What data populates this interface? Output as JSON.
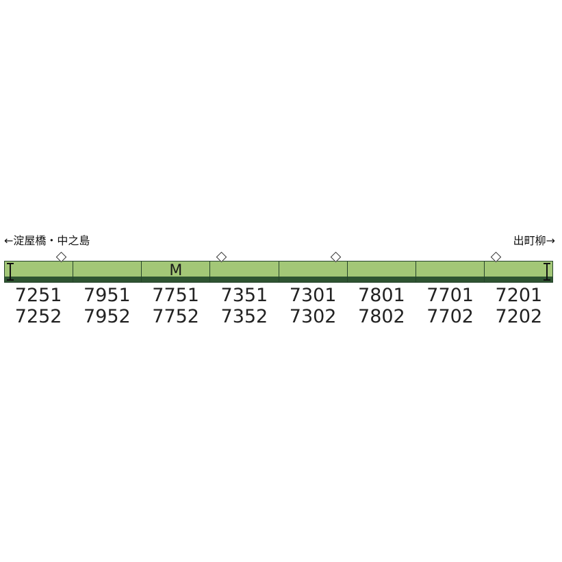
{
  "direction_left": "←淀屋橋・中之島",
  "direction_right": "出町柳→",
  "cars": [
    {
      "top": "7251",
      "bottom": "7252",
      "pantograph": true,
      "motor": false,
      "cab": "left"
    },
    {
      "top": "7951",
      "bottom": "7952",
      "pantograph": false,
      "motor": false,
      "cab": ""
    },
    {
      "top": "7751",
      "bottom": "7752",
      "pantograph": false,
      "motor": true,
      "cab": ""
    },
    {
      "top": "7351",
      "bottom": "7352",
      "pantograph": true,
      "motor": false,
      "cab": ""
    },
    {
      "top": "7301",
      "bottom": "7302",
      "pantograph": true,
      "motor": false,
      "cab": ""
    },
    {
      "top": "7801",
      "bottom": "7802",
      "pantograph": false,
      "motor": false,
      "cab": ""
    },
    {
      "top": "7701",
      "bottom": "7702",
      "pantograph": false,
      "motor": false,
      "cab": ""
    },
    {
      "top": "7201",
      "bottom": "7202",
      "pantograph": true,
      "motor": false,
      "cab": "right"
    }
  ],
  "motor_label": "M",
  "colors": {
    "body_upper": "#a3c777",
    "body_lower": "#2e5431",
    "outline": "#25432a",
    "text": "#222222"
  }
}
